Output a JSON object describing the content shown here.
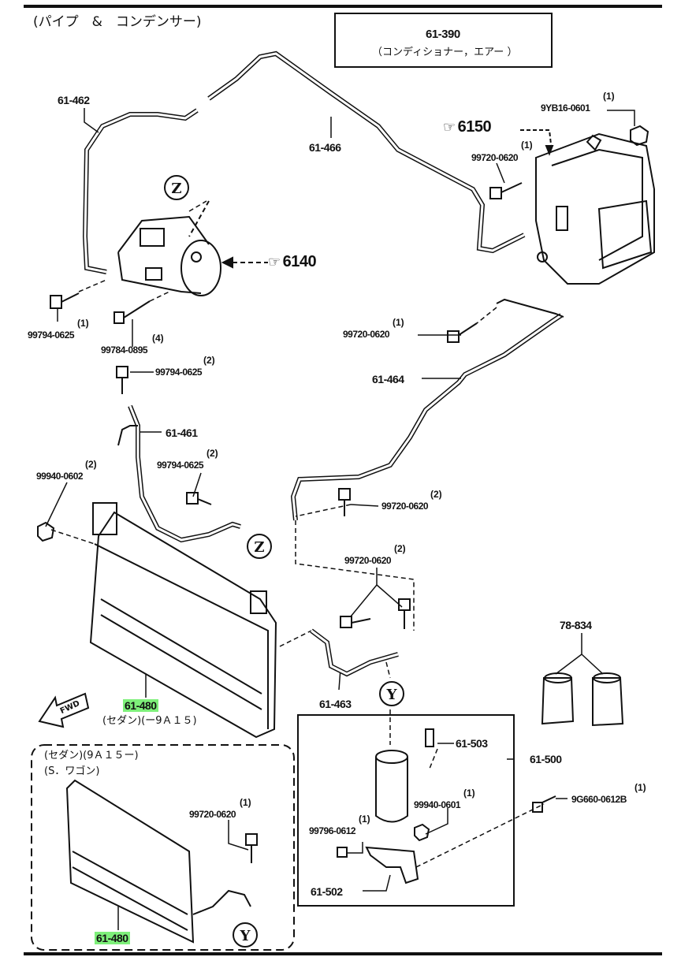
{
  "header": {
    "title": "(パイプ　&　コンデンサー)",
    "ref_box": {
      "number": "61-390",
      "caption": "（コンディショナー，エアー ）"
    }
  },
  "parts": {
    "p61_462": "61-462",
    "p61_466": "61-466",
    "p61_461": "61-461",
    "p61_464": "61-464",
    "p61_463": "61-463",
    "p61_480a": "61-480",
    "p61_480b": "61-480",
    "p61_500": "61-500",
    "p61_503": "61-503",
    "p61_502": "61-502",
    "p78_834": "78-834",
    "b9YB16": "9YB16-0601",
    "b99720_a": "99720-0620",
    "b99720_b": "99720-0620",
    "b99720_c": "99720-0620",
    "b99720_d": "99720-0620",
    "b99720_e": "99720-0620",
    "b99794_a": "99794-0625",
    "b99794_b": "99794-0625",
    "b99794_c": "99794-0625",
    "b99784": "99784-0895",
    "b99940_a": "99940-0602",
    "b99940_b": "99940-0601",
    "b99796": "99796-0612",
    "b9G660": "9G660-0612B"
  },
  "quantities": {
    "q9YB16": "(1)",
    "q99720_a": "(1)",
    "q99720_b": "(1)",
    "q99720_c": "(2)",
    "q99720_d": "(2)",
    "q99720_e": "(1)",
    "q99794_a": "(1)",
    "q99784": "(4)",
    "q99794_b": "(2)",
    "q99794_c": "(2)",
    "q99940_a": "(2)",
    "q99940_b": "(1)",
    "q99796": "(1)",
    "q9G660": "(1)"
  },
  "refs": {
    "r6150": "6150",
    "r6140": "6140",
    "hand_glyph": "☞"
  },
  "callouts": {
    "z_top": "Z",
    "z_mid": "Z",
    "y_mid": "Y",
    "y_bottom": "Y"
  },
  "notes": {
    "sedan_upto": "(セダン)(ー9Ａ１５)",
    "variant_line1": "(セダン)(9Ａ１５ー)",
    "variant_line2": "(S．ワゴン)",
    "fwd": "FWD"
  },
  "colors": {
    "line": "#111111",
    "highlight": "#7ef07a",
    "background": "#ffffff"
  }
}
